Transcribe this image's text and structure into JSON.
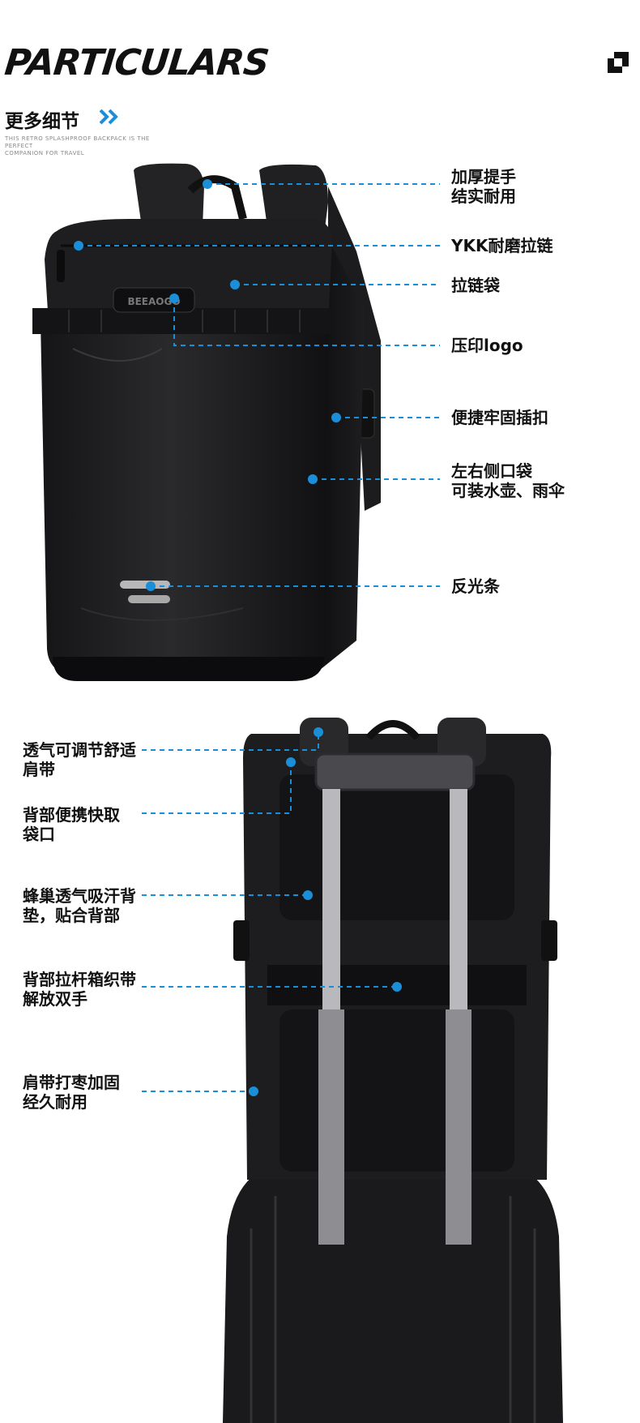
{
  "header": {
    "title": "PARTICULARS",
    "subtitle": "更多细节",
    "tagline_1": "THIS RETRO SPLASHPROOF BACKPACK IS THE PERFECT",
    "tagline_2": "COMPANION FOR TRAVEL"
  },
  "front_callouts": {
    "handle": {
      "line1": "加厚提手",
      "line2": "结实耐用"
    },
    "zipper": {
      "line1": "YKK耐磨拉链"
    },
    "pocket": {
      "line1": "拉链袋"
    },
    "logo": {
      "line1": "压印logo"
    },
    "buckle": {
      "line1": "便捷牢固插扣"
    },
    "side_pocket": {
      "line1": "左右侧口袋",
      "line2": "可装水壶、雨伞"
    },
    "reflective": {
      "line1": "反光条"
    }
  },
  "back_callouts": {
    "straps": {
      "line1": "透气可调节舒适",
      "line2": "肩带"
    },
    "back_pocket": {
      "line1": "背部便携快取",
      "line2": "袋口"
    },
    "padding": {
      "line1": "蜂巢透气吸汗背",
      "line2": "垫，贴合背部"
    },
    "trolley": {
      "line1": "背部拉杆箱织带",
      "line2": "解放双手"
    },
    "bartack": {
      "line1": "肩带打枣加固",
      "line2": "经久耐用"
    }
  },
  "logo_emboss": "BEEAOGO",
  "colors": {
    "accent_blue": "#1a8fd8",
    "bag_black": "#1b1b1d",
    "text": "#111111"
  },
  "icons": [
    "chevron-double-right-icon",
    "corner-square-icon"
  ]
}
